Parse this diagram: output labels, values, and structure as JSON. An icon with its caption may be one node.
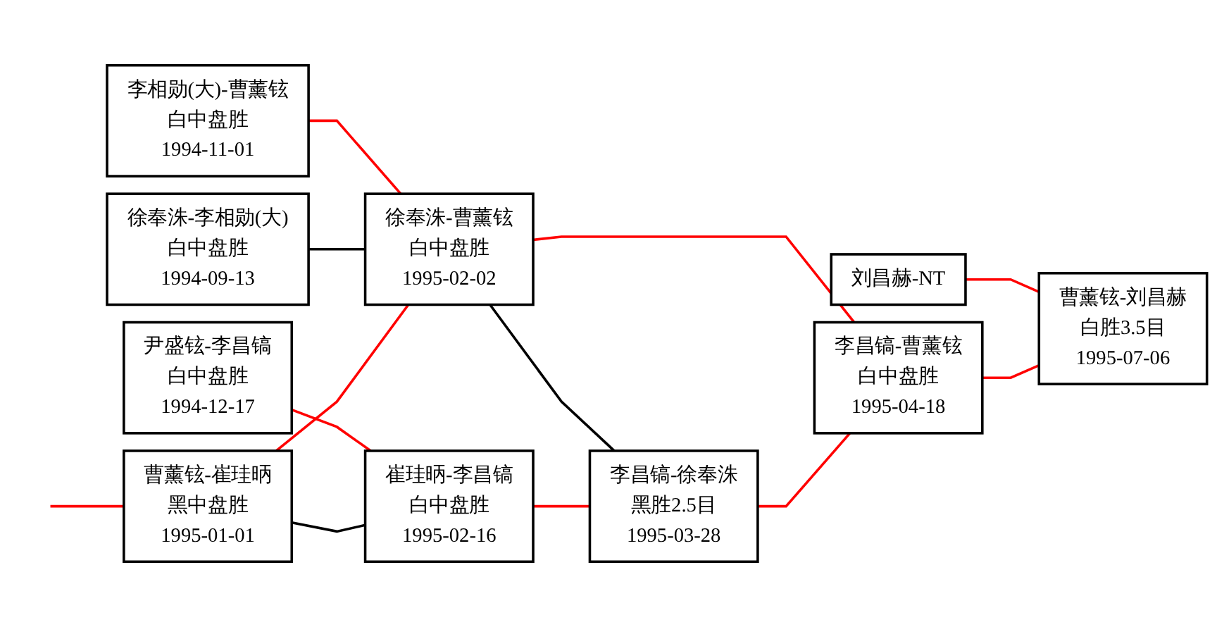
{
  "diagram": {
    "nodes": [
      {
        "text": [
          "李相勋(大)-曹薰铉",
          "白中盘胜",
          "1994-11-01"
        ]
      },
      {
        "text": [
          "徐奉洙-李相勋(大)",
          "白中盘胜",
          "1994-09-13"
        ]
      },
      {
        "text": [
          "尹盛铉-李昌镐",
          "白中盘胜",
          "1994-12-17"
        ]
      },
      {
        "text": [
          "曹薰铉-崔珪昞",
          "黑中盘胜",
          "1995-01-01"
        ]
      },
      {
        "text": [
          "徐奉洙-曹薰铉",
          "白中盘胜",
          "1995-02-02"
        ]
      },
      {
        "text": [
          "崔珪昞-李昌镐",
          "白中盘胜",
          "1995-02-16"
        ]
      },
      {
        "text": [
          "李昌镐-徐奉洙",
          "黑胜2.5目",
          "1995-03-28"
        ]
      },
      {
        "text": [
          "李昌镐-曹薰铉",
          "白中盘胜",
          "1995-04-18"
        ]
      },
      {
        "text": [
          "刘昌赫-NT"
        ]
      },
      {
        "text": [
          "曹薰铉-刘昌赫",
          "白胜3.5目",
          "1995-07-06"
        ]
      }
    ],
    "edges": [
      {
        "from": null,
        "to": 3,
        "arrow": "none"
      },
      {
        "from": 0,
        "to": 4,
        "arrow": "none"
      },
      {
        "from": 1,
        "to": 4,
        "arrow": "none",
        "color": "#000000"
      },
      {
        "from": 2,
        "to": 5,
        "arrow": "none"
      },
      {
        "from": 3,
        "to": 4,
        "arrow": "none"
      },
      {
        "from": 3,
        "to": 5,
        "arrow": "none",
        "color": "#000000"
      },
      {
        "from": 4,
        "to": 7,
        "arrow": "none"
      },
      {
        "from": 4,
        "to": 6,
        "arrow": "none",
        "color": "#000000"
      },
      {
        "from": 5,
        "to": 6,
        "arrow": "none"
      },
      {
        "from": 6,
        "to": 7,
        "arrow": "none"
      },
      {
        "from": 8,
        "to": 9,
        "arrow": "none"
      },
      {
        "from": 7,
        "to": 9,
        "arrow": "none"
      }
    ]
  }
}
